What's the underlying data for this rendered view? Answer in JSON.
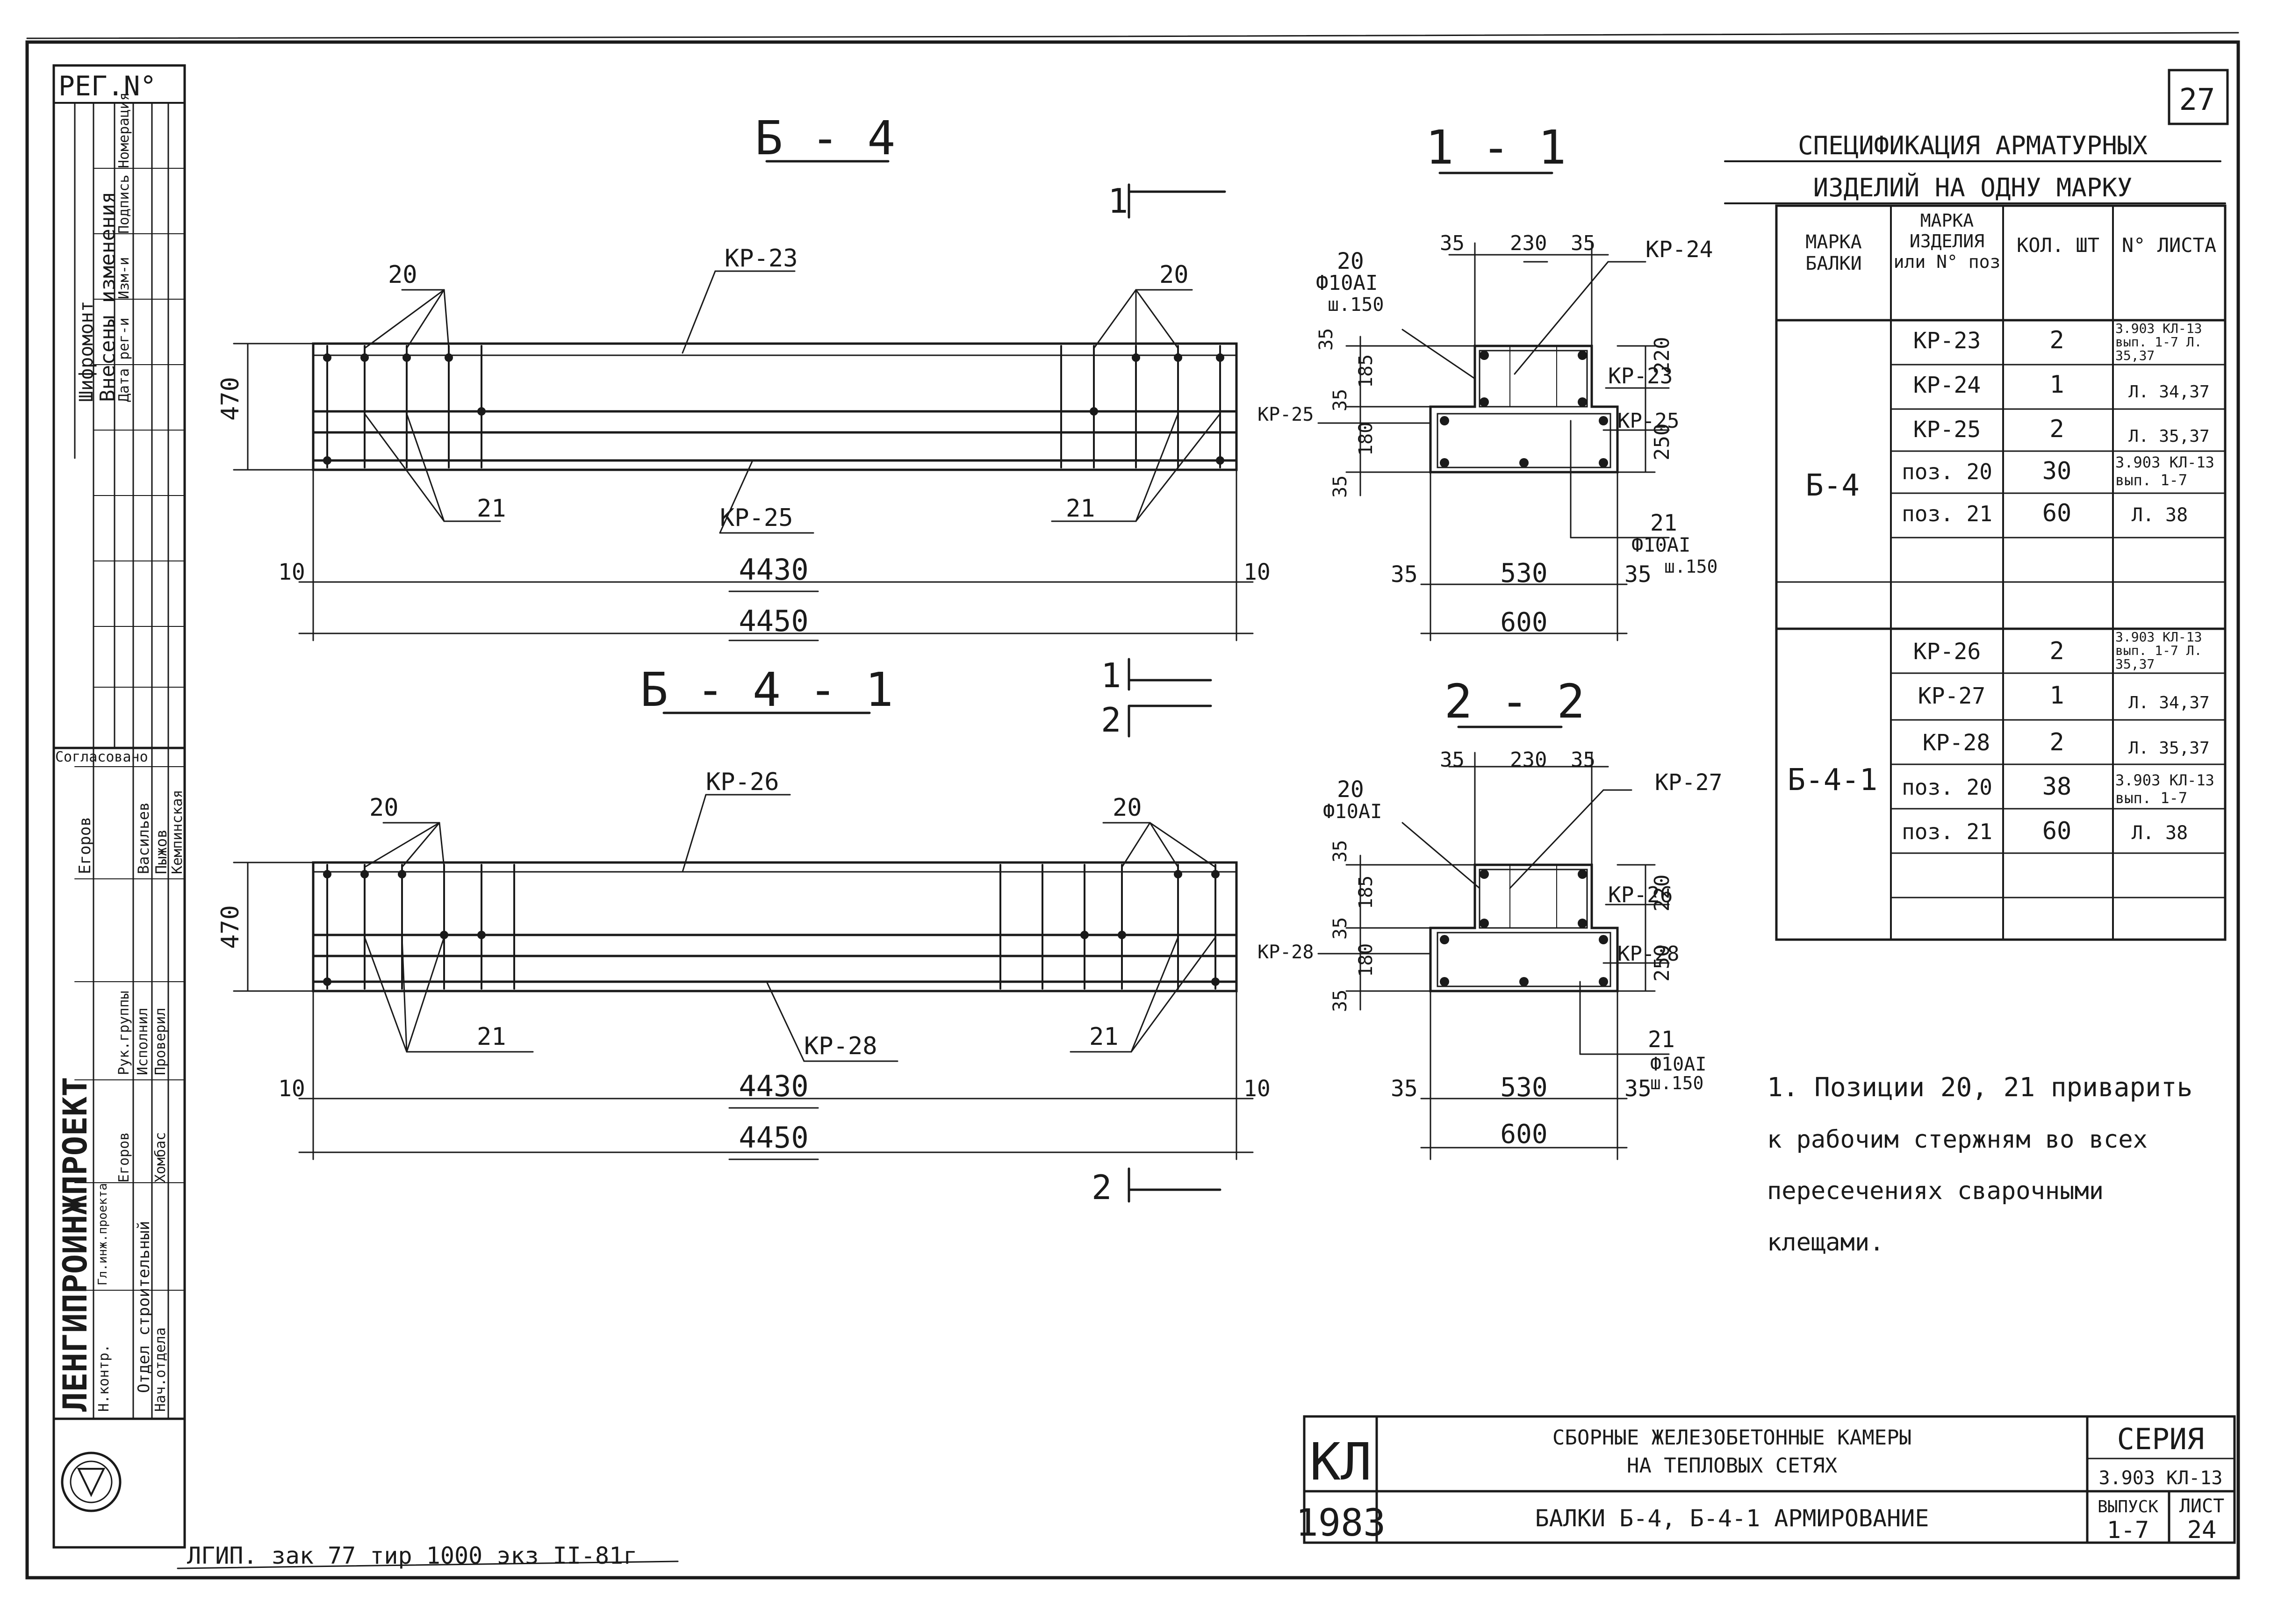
{
  "sheet_number": "27",
  "left_strip": {
    "reg": "РЕГ.N°",
    "changes_title": "Внесены изменения",
    "changes_cols": [
      "Дата рег-и",
      "Изм-и",
      "Подпись",
      "Номерация"
    ],
    "changes_side": "Шифромонт",
    "approved_title": "Согласовано",
    "approved_names": [
      "Егоров",
      "Васильев",
      "Пыжов",
      "Кемпинская"
    ],
    "org": "ЛЕНГИПРОИНЖПРОЕКТ",
    "roles": [
      "Н.контр.",
      "Рук.группы",
      "Исполнил",
      "Проверил",
      "Гл.инж.проекта",
      "Отдел строительный",
      "Нач.отдела"
    ],
    "role_names": [
      "Егоров",
      "Хомбас"
    ]
  },
  "views": {
    "b4": {
      "title": "Б - 4",
      "labels": [
        "КР-23",
        "КР-25",
        "20",
        "20",
        "21",
        "21"
      ],
      "dims": [
        "470",
        "10",
        "4430",
        "10",
        "4450"
      ]
    },
    "b41": {
      "title": "Б - 4 - 1",
      "labels": [
        "КР-26",
        "КР-28",
        "20",
        "20",
        "21",
        "21"
      ],
      "dims": [
        "470",
        "10",
        "4430",
        "10",
        "4450"
      ]
    },
    "s11": {
      "title": "1 - 1",
      "labels": [
        "20",
        "Ф10АI",
        "ш.150",
        "КР-24",
        "КР-23",
        "КР-25",
        "КР-25",
        "21",
        "Ф10АI",
        "ш.150"
      ],
      "dims": [
        "35",
        "230",
        "35",
        "35",
        "185",
        "35",
        "180",
        "35",
        "220",
        "250",
        "35",
        "530",
        "35",
        "600"
      ]
    },
    "s22": {
      "title": "2 - 2",
      "labels": [
        "20",
        "Ф10АI",
        "КР-27",
        "КР-26",
        "КР-28",
        "КР-28",
        "21",
        "Ф10АI",
        "ш.150"
      ],
      "dims": [
        "35",
        "230",
        "35",
        "35",
        "185",
        "35",
        "180",
        "35",
        "220",
        "250",
        "35",
        "530",
        "35",
        "600"
      ]
    },
    "cut_marks": [
      "1",
      "1",
      "2",
      "2"
    ]
  },
  "spec": {
    "title_line1": "СПЕЦИФИКАЦИЯ АРМАТУРНЫХ",
    "title_line2": "ИЗДЕЛИЙ НА ОДНУ МАРКУ",
    "headers": [
      "МАРКА БАЛКИ",
      "МАРКА ИЗДЕЛИЯ или N° поз",
      "КОЛ. ШТ",
      "N° ЛИСТА"
    ],
    "groups": [
      {
        "mark": "Б-4",
        "rows": [
          {
            "item": "КР-23",
            "qty": "2",
            "sheet": "3.903 КЛ-13 вып. 1-7 Л. 35,37"
          },
          {
            "item": "КР-24",
            "qty": "1",
            "sheet": "Л. 34,37"
          },
          {
            "item": "КР-25",
            "qty": "2",
            "sheet": "Л. 35,37"
          },
          {
            "item": "поз. 20",
            "qty": "30",
            "sheet": "3.903 КЛ-13 вып. 1-7"
          },
          {
            "item": "поз. 21",
            "qty": "60",
            "sheet": "Л. 38"
          }
        ]
      },
      {
        "mark": "Б-4-1",
        "rows": [
          {
            "item": "КР-26",
            "qty": "2",
            "sheet": "3.903 КЛ-13 вып. 1-7 Л. 35,37"
          },
          {
            "item": "КР-27",
            "qty": "1",
            "sheet": "Л. 34,37"
          },
          {
            "item": "КР-28",
            "qty": "2",
            "sheet": "Л. 35,37"
          },
          {
            "item": "поз. 20",
            "qty": "38",
            "sheet": "3.903 КЛ-13 вып. 1-7"
          },
          {
            "item": "поз. 21",
            "qty": "60",
            "sheet": "Л. 38"
          }
        ]
      }
    ]
  },
  "note": [
    "1. Позиции 20, 21 приварить",
    "к рабочим стержням во всех",
    "пересечениях сварочными",
    "клещами."
  ],
  "title_block": {
    "code": "КЛ",
    "year": "1983",
    "subject_line1": "СБОРНЫЕ ЖЕЛЕЗОБЕТОННЫЕ КАМЕРЫ",
    "subject_line2": "НА ТЕПЛОВЫХ СЕТЯХ",
    "drawing_name": "БАЛКИ Б-4, Б-4-1 АРМИРОВАНИЕ",
    "series_label": "СЕРИЯ",
    "series_value": "3.903 КЛ-13",
    "issue_label": "ВЫПУСК",
    "issue_value": "1-7",
    "sheet_label": "ЛИСТ",
    "sheet_value": "24"
  },
  "footer_stamp": "ЛГИП. зак 77 тир 1000 экз II-81г"
}
